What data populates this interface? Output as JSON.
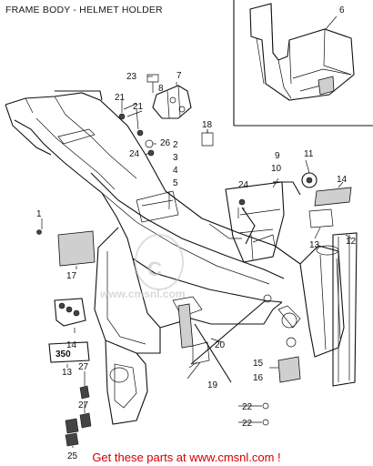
{
  "title": "FRAME BODY - HELMET HOLDER",
  "footer": "Get these parts at www.cmsnl.com !",
  "watermark": {
    "text": "www.cmsnl.com"
  },
  "callouts": {
    "n1": "1",
    "n2": "2",
    "n3": "3",
    "n4": "4",
    "n5": "5",
    "n6": "6",
    "n7": "7",
    "n8": "8",
    "n9": "9",
    "n10": "10",
    "n11": "11",
    "n12": "12",
    "n13a": "13",
    "n13b": "13",
    "n14a": "14",
    "n14b": "14",
    "n15": "15",
    "n16": "16",
    "n17": "17",
    "n18": "18",
    "n19": "19",
    "n20": "20",
    "n21a": "21",
    "n21b": "21",
    "n22a": "22",
    "n22b": "22",
    "n23": "23",
    "n24a": "24",
    "n24b": "24",
    "n25": "25",
    "n26": "26",
    "n27a": "27",
    "n27b": "27"
  },
  "colors": {
    "footer": "#d40000",
    "line": "#111111"
  }
}
